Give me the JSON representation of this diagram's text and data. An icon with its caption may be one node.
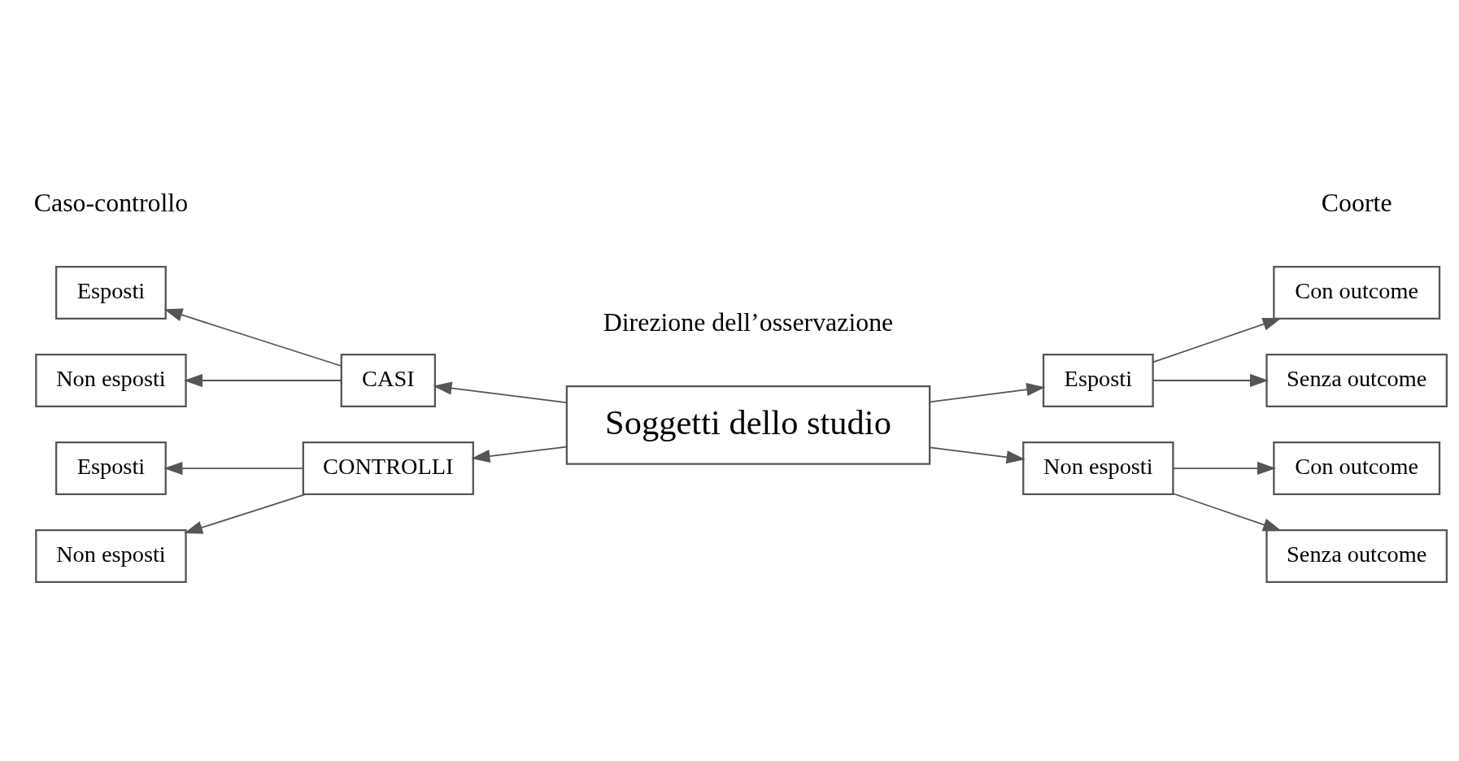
{
  "diagram": {
    "nodes": [
      {
        "text": [
          "Soggetti dello studio"
        ]
      },
      {
        "text": [
          "CASI"
        ]
      },
      {
        "text": [
          "CONTROLLI"
        ]
      },
      {
        "text": [
          "Esposti"
        ]
      },
      {
        "text": [
          "Non esposti"
        ]
      },
      {
        "text": [
          "Esposti"
        ]
      },
      {
        "text": [
          "Non esposti"
        ]
      },
      {
        "text": [
          "Esposti"
        ]
      },
      {
        "text": [
          "Non esposti"
        ]
      },
      {
        "text": [
          "Con outcome"
        ]
      },
      {
        "text": [
          "Senza outcome"
        ]
      },
      {
        "text": [
          "Con outcome"
        ]
      },
      {
        "text": [
          "Senza outcome"
        ]
      }
    ],
    "edges": [
      {
        "from": 0,
        "to": 1,
        "arrow": "to"
      },
      {
        "from": 0,
        "to": 2,
        "arrow": "to"
      },
      {
        "from": 1,
        "to": 3,
        "arrow": "to"
      },
      {
        "from": 1,
        "to": 4,
        "arrow": "to"
      },
      {
        "from": 2,
        "to": 5,
        "arrow": "to"
      },
      {
        "from": 2,
        "to": 6,
        "arrow": "to"
      },
      {
        "from": 0,
        "to": 7,
        "arrow": "to"
      },
      {
        "from": 0,
        "to": 8,
        "arrow": "to"
      },
      {
        "from": 7,
        "to": 9,
        "arrow": "to"
      },
      {
        "from": 7,
        "to": 10,
        "arrow": "to"
      },
      {
        "from": 8,
        "to": 11,
        "arrow": "to"
      },
      {
        "from": 8,
        "to": 12,
        "arrow": "to"
      }
    ],
    "labels": [
      "Direzione dell’osservazione",
      "Caso-controllo",
      "Coorte"
    ]
  }
}
